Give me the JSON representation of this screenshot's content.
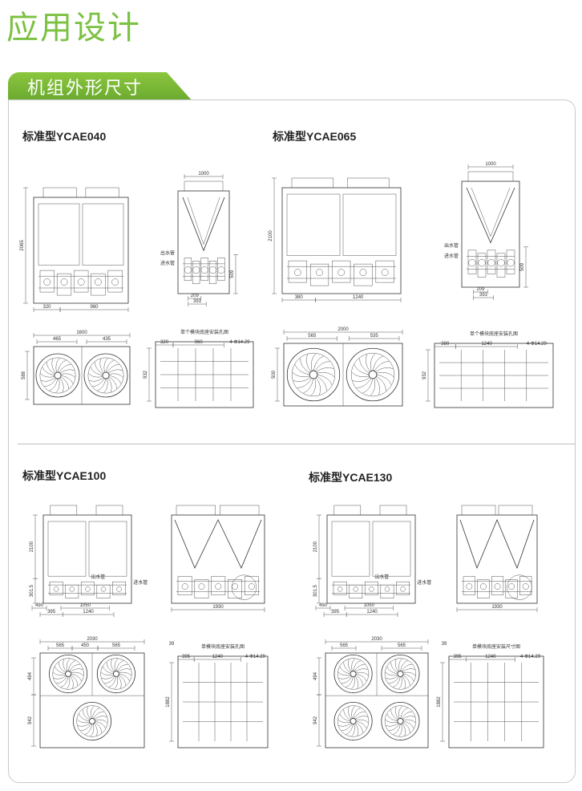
{
  "page": {
    "title": "应用设计",
    "section_tab": "机组外形尺寸"
  },
  "models": [
    {
      "name": "标准型YCAE040",
      "dims": [
        "2065",
        "1000",
        "509",
        "960",
        "320",
        "209",
        "391",
        "1600",
        "465",
        "435",
        "588",
        "320",
        "960",
        "4-Φ14.29",
        "932"
      ],
      "note": "单个模块底座安装孔图",
      "pipe_labels": [
        "出水管",
        "进水管"
      ]
    },
    {
      "name": "标准型YCAE065",
      "dims": [
        "1000",
        "2100",
        "380",
        "1240",
        "509",
        "209",
        "391",
        "2000",
        "565",
        "535",
        "500",
        "380",
        "1240",
        "4-Φ14.29",
        "932"
      ],
      "note": "单个模块底座安装孔图",
      "pipe_labels": [
        "出水管",
        "进水管"
      ]
    },
    {
      "name": "标准型YCAE100",
      "dims": [
        "2100",
        "301.5",
        "490",
        "1050",
        "395",
        "1240",
        "1930",
        "2030",
        "565",
        "450",
        "565",
        "494",
        "942",
        "39",
        "395",
        "1240",
        "4-Φ14.29",
        "1882"
      ],
      "note": "单模块底座安装孔图",
      "pipe_labels": [
        "出水管",
        "进水管"
      ]
    },
    {
      "name": "标准型YCAE130",
      "dims": [
        "2100",
        "301.5",
        "490",
        "1050",
        "395",
        "1240",
        "1930",
        "2030",
        "565",
        "565",
        "494",
        "942",
        "39",
        "395",
        "1240",
        "4-Φ14.29",
        "1882"
      ],
      "note": "单模块底座安装尺寸图",
      "pipe_labels": [
        "出水管",
        "进水管"
      ]
    }
  ]
}
